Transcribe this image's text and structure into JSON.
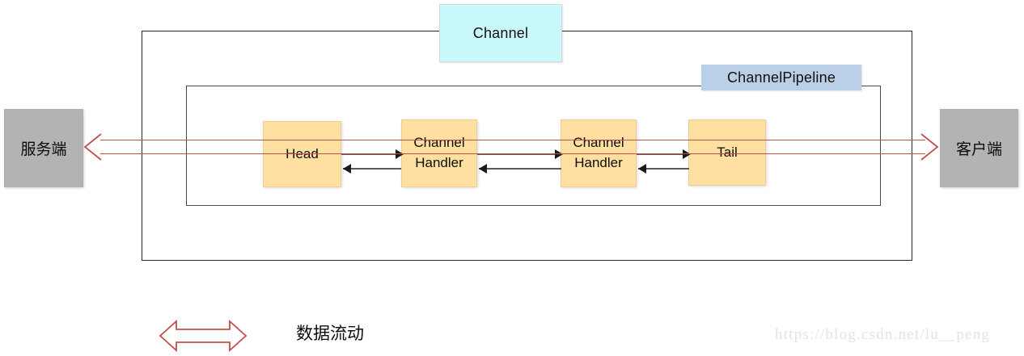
{
  "diagram": {
    "title": "Netty Channel / ChannelPipeline data flow",
    "colors": {
      "channel_fill": "#caf9fb",
      "pipeline_fill": "#b9d0e8",
      "handler_fill": "#ffe0a0",
      "endpoint_fill": "#b3b3b3",
      "data_flow_red": "#c0504d",
      "handler_arrow_gray": "#595959",
      "frame_border": "#262626",
      "background": "#ffffff"
    },
    "frames": {
      "channel_label": "Channel",
      "pipeline_label": "ChannelPipeline"
    },
    "endpoints": {
      "left": "服务端",
      "right": "客户端"
    },
    "handlers": [
      {
        "name": "head",
        "label": "Head"
      },
      {
        "name": "channel-handler-1",
        "label": "Channel\nHandler"
      },
      {
        "name": "channel-handler-2",
        "label": "Channel\nHandler"
      },
      {
        "name": "tail",
        "label": "Tail"
      }
    ],
    "legend": {
      "label": "数据流动",
      "arrow_style": "double-headed hollow red arrow"
    },
    "watermark": "https://blog.csdn.net/lu__peng"
  }
}
